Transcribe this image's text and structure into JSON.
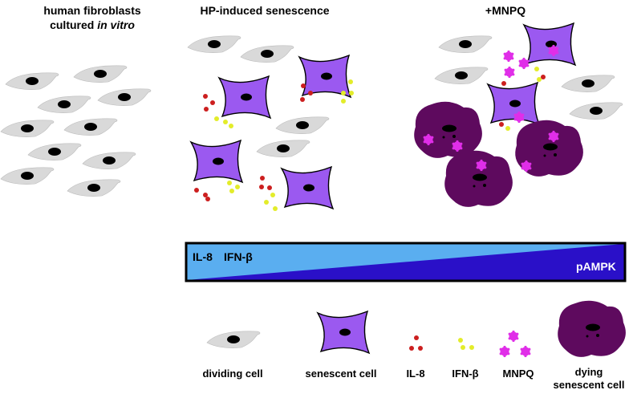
{
  "titles": {
    "fibroblasts_line1": "human fibroblasts",
    "fibroblasts_line2_prefix": "cultured ",
    "fibroblasts_line2_italic": "in vitro",
    "senescence": "HP-induced senescence",
    "mnpq": "+MNPQ"
  },
  "gradient_bar": {
    "left_label_1": "IL-8",
    "left_label_2": "IFN-β",
    "right_label": "pAMPK",
    "light_color": "#5aaef0",
    "dark_color": "#2a10c8"
  },
  "legend": {
    "dividing_cell": "dividing cell",
    "senescent_cell": "senescent cell",
    "il8": "IL-8",
    "ifnb": "IFN-β",
    "mnpq": "MNPQ",
    "dying_line1": "dying",
    "dying_line2": "senescent cell"
  },
  "colors": {
    "dividing_fill": "#d9d9d9",
    "senescent_fill": "#9b59f0",
    "dying_fill": "#5e0a5e",
    "il8": "#cc1f1f",
    "ifnb": "#e3ec2a",
    "mnpq": "#e02ee8"
  }
}
